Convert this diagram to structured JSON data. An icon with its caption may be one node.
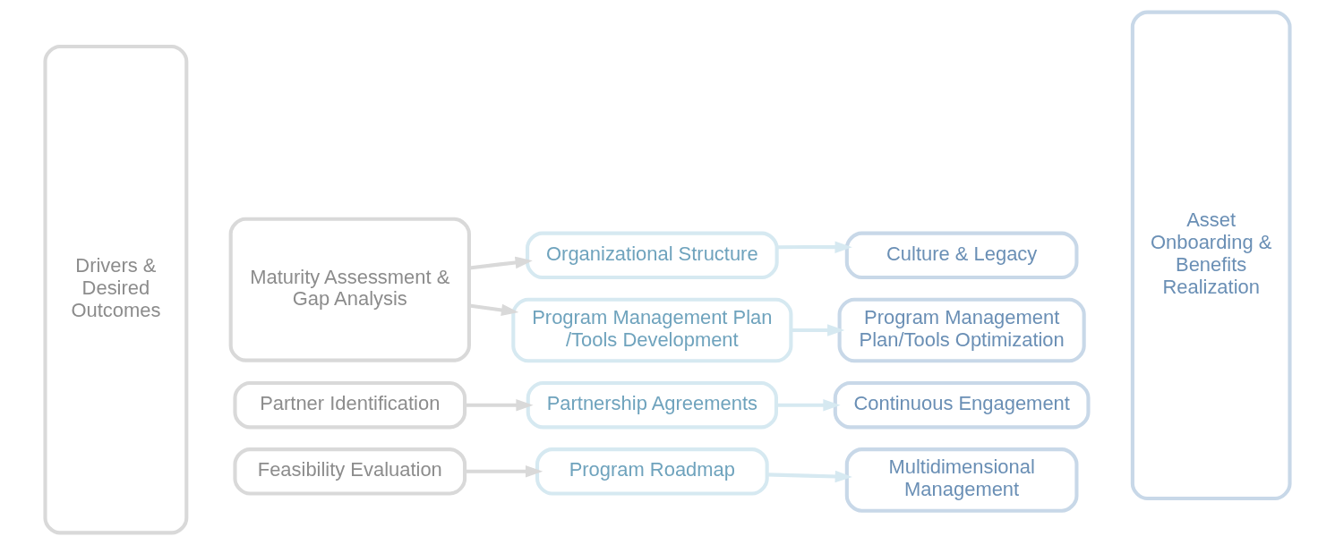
{
  "diagram": {
    "nodes": [
      {
        "text": [
          "Drivers & Desired Outcomes"
        ]
      },
      {
        "text": [
          "Maturity Assessment & Gap Analysis"
        ]
      },
      {
        "text": [
          "Organizational Structure"
        ]
      },
      {
        "text": [
          "Culture & Legacy"
        ]
      },
      {
        "text": [
          "Program Management Plan /Tools Development"
        ]
      },
      {
        "text": [
          "Program Management Plan/Tools Optimization"
        ]
      },
      {
        "text": [
          "Partner Identification"
        ]
      },
      {
        "text": [
          "Partnership Agreements"
        ]
      },
      {
        "text": [
          "Continuous Engagement"
        ]
      },
      {
        "text": [
          "Feasibility Evaluation"
        ]
      },
      {
        "text": [
          "Program Roadmap"
        ]
      },
      {
        "text": [
          "Multidimensional Management"
        ]
      },
      {
        "text": [
          "Asset Onboarding & Benefits Realization"
        ]
      }
    ],
    "edges": [
      {
        "from": 1,
        "to": 2,
        "arrow": "to",
        "color": "#d9d9d9"
      },
      {
        "from": 2,
        "to": 3,
        "arrow": "to",
        "color": "#d6e9f1"
      },
      {
        "from": 1,
        "to": 4,
        "arrow": "to",
        "color": "#d9d9d9"
      },
      {
        "from": 4,
        "to": 5,
        "arrow": "to",
        "color": "#d6e9f1"
      },
      {
        "from": 6,
        "to": 7,
        "arrow": "to",
        "color": "#d9d9d9"
      },
      {
        "from": 7,
        "to": 8,
        "arrow": "to",
        "color": "#d6e9f1"
      },
      {
        "from": 9,
        "to": 10,
        "arrow": "to",
        "color": "#d9d9d9"
      },
      {
        "from": 10,
        "to": 11,
        "arrow": "to",
        "color": "#d6e9f1"
      }
    ]
  }
}
